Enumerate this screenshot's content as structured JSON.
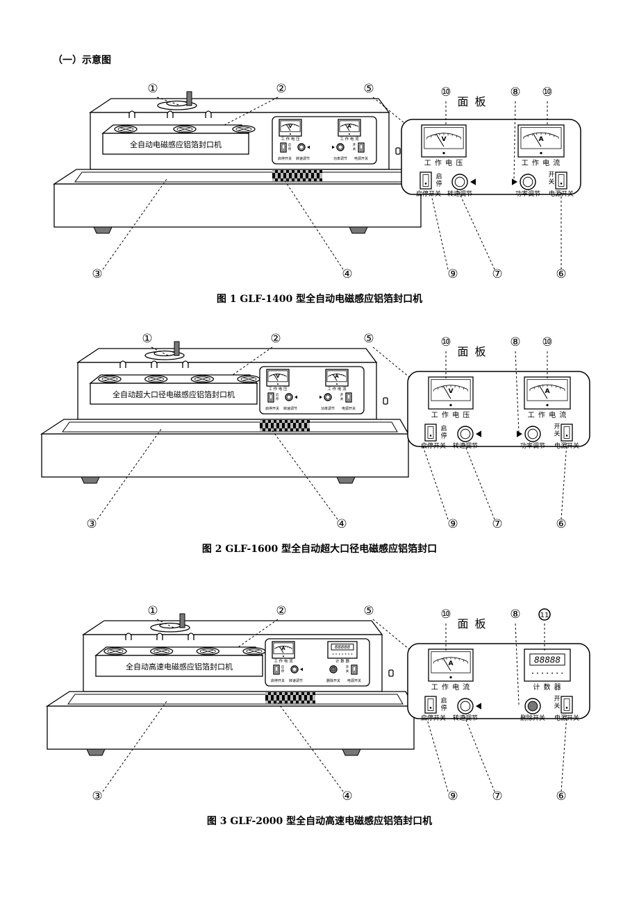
{
  "heading": "（一）示意图",
  "figures": [
    {
      "caption": "图 1    GLF-1400 型全自动电磁感应铝箔封口机",
      "machine_label": "全自动电磁感应铝箔封口机",
      "coils": 3,
      "mini_panel": {
        "left_meter": "V",
        "left_meter_label": "工 作 电 压",
        "right_meter": "A",
        "right_meter_label": "工 作 电 流",
        "left_switch": "启停开关",
        "left_switch_side": [
          "启",
          "停"
        ],
        "left_knob": "转速调节",
        "right_knob": "功率调节",
        "right_switch": "电源开关",
        "right_switch_side": [
          "开",
          "关"
        ]
      },
      "panel": {
        "title": "面 板",
        "left_meter": "V",
        "left_meter_label": "工 作 电 压",
        "right_kind": "meter",
        "right_meter": "A",
        "right_meter_label": "工 作 电 流",
        "left_switch": "启停开关",
        "left_switch_side": [
          "启",
          "停"
        ],
        "left_knob": "转速调节",
        "right_knob": "功率调节",
        "right_knob_style": "knob",
        "right_switch": "电源开关",
        "right_switch_side": [
          "开",
          "关"
        ]
      },
      "callouts": {
        "n1": "①",
        "n2": "②",
        "n3": "③",
        "n4": "④",
        "n5": "⑤",
        "n6": "⑥",
        "n7": "⑦",
        "n8": "⑧",
        "n9": "⑨",
        "n10a": "⑩",
        "n10b": "⑩"
      }
    },
    {
      "caption": "图 2    GLF-1600 型全自动超大口径电磁感应铝箔封口",
      "machine_label": "全自动超大口径电磁感应铝箔封口机",
      "coils": 4,
      "mini_panel": {
        "left_meter": "V",
        "left_meter_label": "工 作 电 压",
        "right_meter": "A",
        "right_meter_label": "工 作 电 流",
        "left_switch": "启停开关",
        "left_switch_side": [
          "启",
          "停"
        ],
        "left_knob": "转速调节",
        "right_knob": "功率调节",
        "right_switch": "电源开关",
        "right_switch_side": [
          "开",
          "关"
        ]
      },
      "panel": {
        "title": "面 板",
        "left_meter": "V",
        "left_meter_label": "工 作 电 压",
        "right_kind": "meter",
        "right_meter": "A",
        "right_meter_label": "工 作 电 流",
        "left_switch": "启停开关",
        "left_switch_side": [
          "启",
          "停"
        ],
        "left_knob": "转速调节",
        "right_knob": "功率调节",
        "right_knob_style": "knob",
        "right_switch": "电源开关",
        "right_switch_side": [
          "开",
          "关"
        ]
      },
      "callouts": {
        "n1": "①",
        "n2": "②",
        "n3": "③",
        "n4": "④",
        "n5": "⑤",
        "n6": "⑥",
        "n7": "⑦",
        "n8": "⑧",
        "n9": "⑨",
        "n10a": "⑩",
        "n10b": "⑩"
      }
    },
    {
      "caption": "图 3    GLF-2000 型全自动高速电磁感应铝箔封口机",
      "machine_label": "全自动高速电磁感应铝箔封口机",
      "coils": 4,
      "mini_panel": {
        "left_meter": "A",
        "left_meter_label": "工 作 电 流",
        "right_counter": "88888",
        "right_meter_label": "计 数 器",
        "left_switch": "启停开关",
        "left_switch_side": [
          "启",
          "停"
        ],
        "left_knob": "转速调节",
        "right_knob": "删除开关",
        "right_switch": "电源开关",
        "right_switch_side": [
          "开",
          "关"
        ]
      },
      "panel": {
        "title": "面 板",
        "left_meter": "A",
        "left_meter_label": "工 作 电 流",
        "right_kind": "counter",
        "right_counter": "88888",
        "right_meter_label": "计 数 器",
        "left_switch": "启停开关",
        "left_switch_side": [
          "启",
          "停"
        ],
        "left_knob": "转速调节",
        "right_knob": "删除开关",
        "right_knob_style": "button",
        "right_switch": "电源开关",
        "right_switch_side": [
          "开",
          "关"
        ]
      },
      "callouts": {
        "n1": "①",
        "n2": "②",
        "n3": "③",
        "n4": "④",
        "n5": "⑤",
        "n6": "⑥",
        "n7": "⑦",
        "n8": "⑧",
        "n9": "⑨",
        "n10a": "⑩",
        "n11": "11"
      }
    }
  ]
}
